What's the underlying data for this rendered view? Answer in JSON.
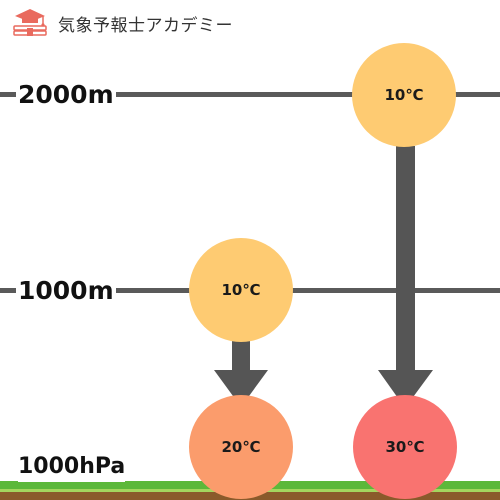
{
  "brand": {
    "name": "気象予報士アカデミー",
    "logo_icon": "graduation-cap-book-logo"
  },
  "levels": {
    "upper": "2000m",
    "middle": "1000m",
    "surface": "1000hPa"
  },
  "parcels": {
    "left_top": "10℃",
    "left_bottom": "20℃",
    "right_top": "10℃",
    "right_bottom": "30℃"
  },
  "colors": {
    "line": "#5a5a5a",
    "arrow": "#555555",
    "parcel_top": "#fecb72",
    "parcel_left_bottom": "#fb9c6c",
    "parcel_right_bottom": "#f97370",
    "ground_green": "#5cb83a",
    "ground_soil": "#8a5a2b",
    "logo": "#e96a5e"
  }
}
